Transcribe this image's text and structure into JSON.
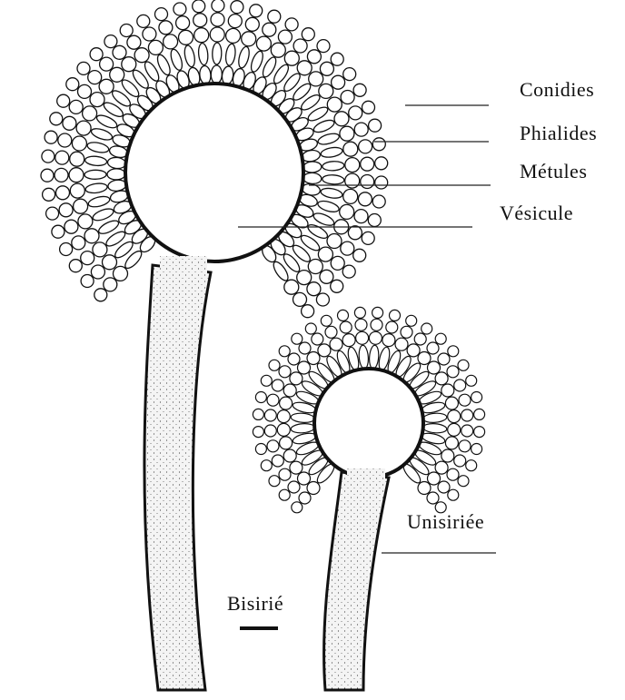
{
  "labels": {
    "conidies": "Conidies",
    "phialides": "Phialides",
    "metules": "Métules",
    "vesicule": "Vésicule",
    "unisiriee": "Unisiriée",
    "bisirie": "Bisirié"
  },
  "colors": {
    "ink": "#111111",
    "stipe_fill": "#f3f3f3",
    "background": "#ffffff"
  }
}
